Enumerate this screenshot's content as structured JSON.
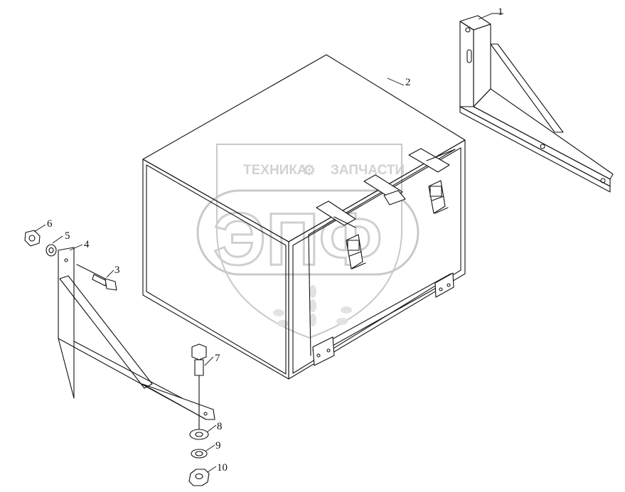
{
  "watermark": {
    "top_left": "ТЕХНИКА",
    "top_right": "ЗАПЧАСТИ",
    "main": "ЭПФ",
    "gear_glyph": "⚙"
  },
  "callouts": [
    {
      "id": "1",
      "label": "1"
    },
    {
      "id": "2",
      "label": "2"
    },
    {
      "id": "3",
      "label": "3"
    },
    {
      "id": "4",
      "label": "4"
    },
    {
      "id": "5",
      "label": "5"
    },
    {
      "id": "6",
      "label": "6"
    },
    {
      "id": "7",
      "label": "7"
    },
    {
      "id": "8",
      "label": "8"
    },
    {
      "id": "9",
      "label": "9"
    },
    {
      "id": "10",
      "label": "10"
    }
  ]
}
